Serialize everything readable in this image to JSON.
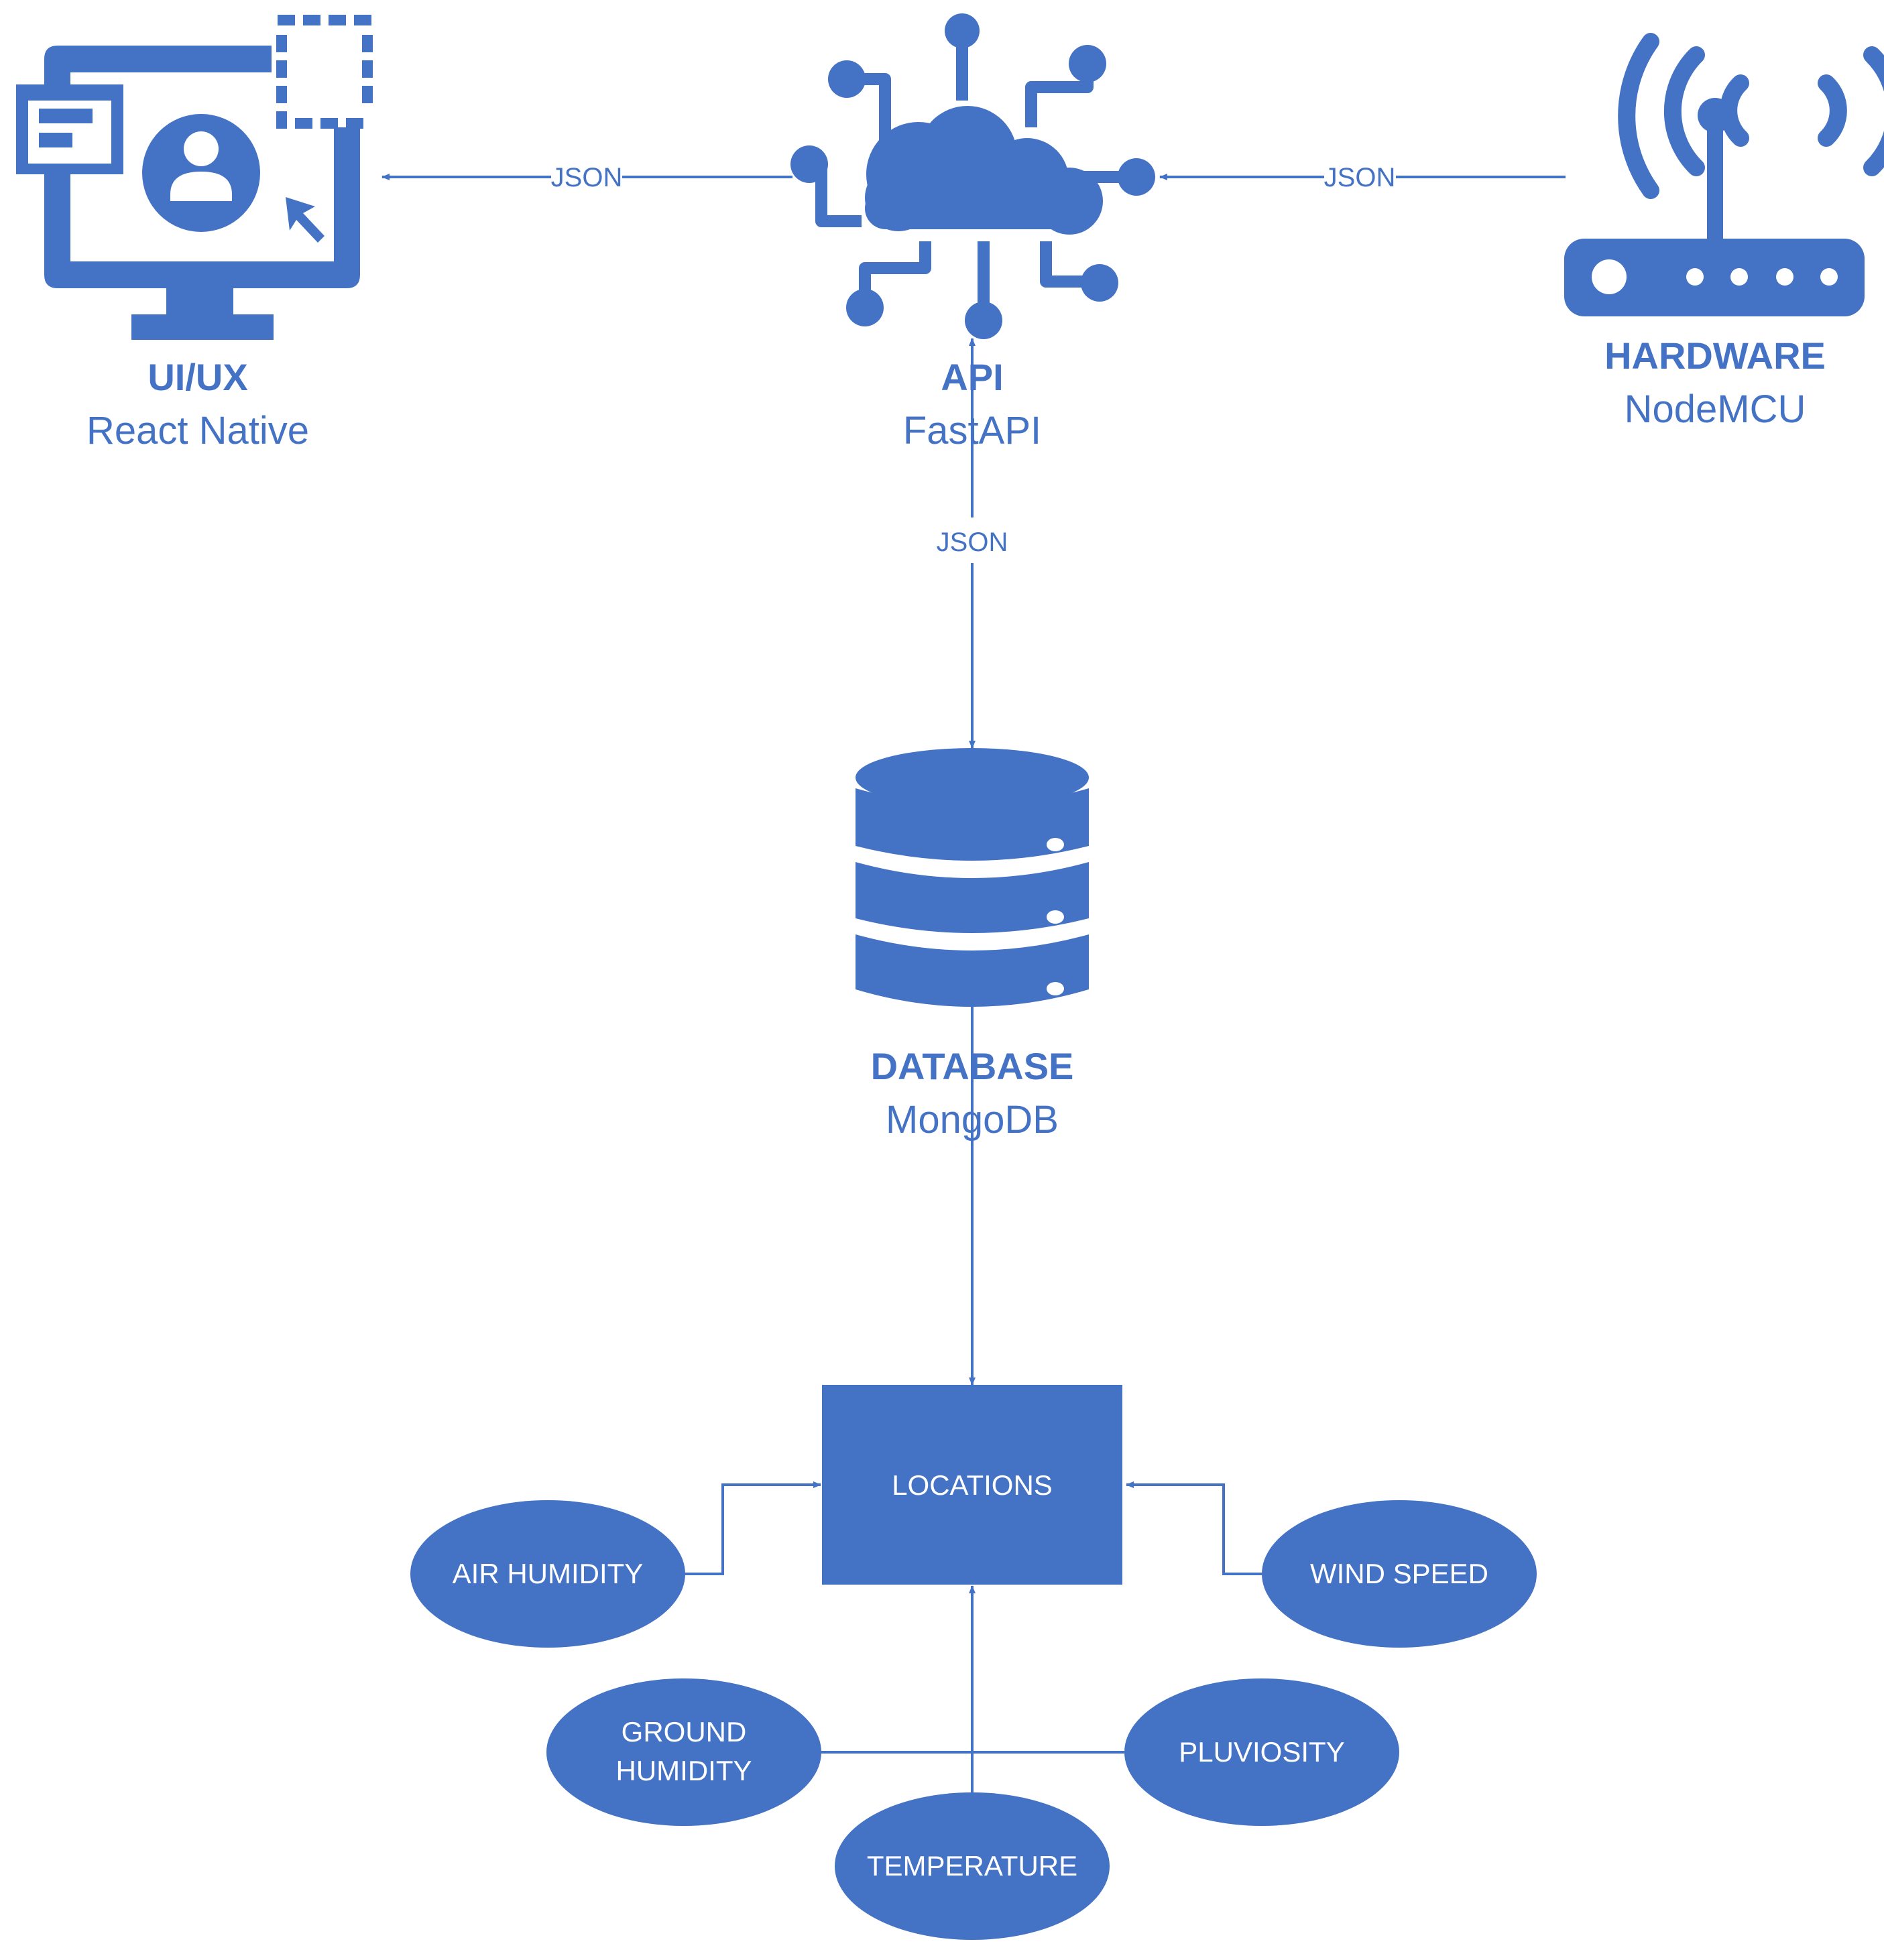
{
  "colors": {
    "primary": "#4472C4",
    "background": "#FFFFFF",
    "text_on_shape": "#FFFFFF"
  },
  "nodes": {
    "ui": {
      "title": "UI/UX",
      "subtitle": "React Native",
      "icon": "monitor-user-icon"
    },
    "api": {
      "title": "API",
      "subtitle": "FastAPI",
      "icon": "cloud-network-icon"
    },
    "hardware": {
      "title": "HARDWARE",
      "subtitle": "NodeMCU",
      "icon": "wifi-router-icon"
    },
    "database": {
      "title": "DATABASE",
      "subtitle": "MongoDB",
      "icon": "database-icon"
    }
  },
  "edges": {
    "api_to_ui": "JSON",
    "hardware_to_api": "JSON",
    "api_database": "JSON"
  },
  "entity": {
    "label": "LOCATIONS"
  },
  "attributes": [
    {
      "lines": [
        "AIR HUMIDITY"
      ]
    },
    {
      "lines": [
        "WIND SPEED"
      ]
    },
    {
      "lines": [
        "GROUND",
        "HUMIDITY"
      ]
    },
    {
      "lines": [
        "PLUVIOSITY"
      ]
    },
    {
      "lines": [
        "TEMPERATURE"
      ]
    }
  ]
}
